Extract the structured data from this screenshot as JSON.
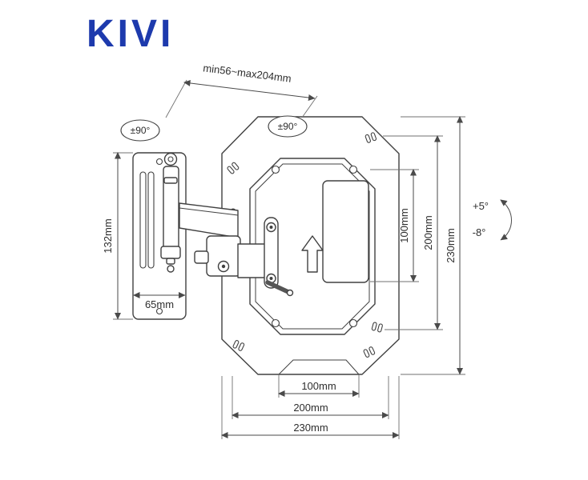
{
  "brand": {
    "logo_text": "KIVI",
    "logo_color": "#1d3aad"
  },
  "line_color": "#404040",
  "labels": {
    "arm_extension": "min56~max204mm",
    "swivel_left": "±90°",
    "swivel_right": "±90°",
    "wall_plate_height": "132mm",
    "wall_plate_width": "65mm",
    "vesa_height_100": "100mm",
    "vesa_height_200": "200mm",
    "plate_height_230": "230mm",
    "tilt_up": "+5°",
    "tilt_down": "-8°",
    "vesa_width_100": "100mm",
    "vesa_width_200": "200mm",
    "plate_width_230": "230mm"
  }
}
